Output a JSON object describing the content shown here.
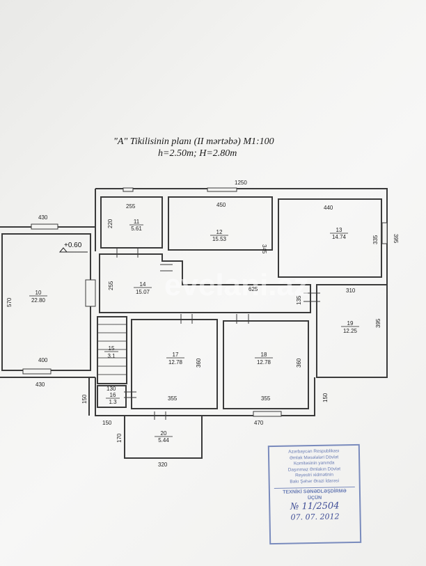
{
  "title": {
    "line1": "\"A\" Tikilisinin planı (II mərtəbə) M1:100",
    "line2": "h=2.50m; H=2.80m"
  },
  "level_mark": "+0.60",
  "watermark": "evelani.az",
  "rooms": [
    {
      "id": "11",
      "area": "5.61"
    },
    {
      "id": "12",
      "area": "15.53"
    },
    {
      "id": "13",
      "area": "14.74"
    },
    {
      "id": "10",
      "area": "22.80"
    },
    {
      "id": "14",
      "area": "15.07"
    },
    {
      "id": "19",
      "area": "12.25"
    },
    {
      "id": "15",
      "area": "3.1"
    },
    {
      "id": "17",
      "area": "12.78"
    },
    {
      "id": "18",
      "area": "12.78"
    },
    {
      "id": "16",
      "area": "1.3"
    },
    {
      "id": "20",
      "area": "5.44"
    }
  ],
  "dimensions": {
    "overall_top": "1250",
    "d255_room11": "255",
    "d450": "450",
    "d440": "440",
    "d220": "220",
    "d345": "345",
    "d335": "335",
    "d395_top": "395",
    "d430_top": "430",
    "d570": "570",
    "d400": "400",
    "d430_bottom": "430",
    "d255_room14": "255",
    "d625": "625",
    "d135": "135",
    "d310": "310",
    "d395_right": "395",
    "d360_left": "360",
    "d360_right": "360",
    "d130": "130",
    "d355_left": "355",
    "d355_right": "355",
    "d150_left": "150",
    "d150_right": "150",
    "d150_bottom": "150",
    "d470": "470",
    "d170": "170",
    "d320": "320"
  },
  "stamp": {
    "line1": "Azərbaycan Respublikası",
    "line2": "Əmlak Məsələləri Dövlət",
    "line3": "Komitəsinin yanında",
    "line4": "Daşınmaz Əmlakın Dövlət",
    "line5": "Reyestri xidmətinin",
    "line6": "Bakı Şəhər Ərazi İdarəsi",
    "purpose1": "TEXNİKİ SƏNƏDLƏŞDİRMƏ",
    "purpose2": "ÜÇÜN",
    "number": "№ 11/2504",
    "date": "07. 07. 2012"
  },
  "colors": {
    "wall": "#3a3a3a",
    "stamp": "#5a6fae"
  }
}
